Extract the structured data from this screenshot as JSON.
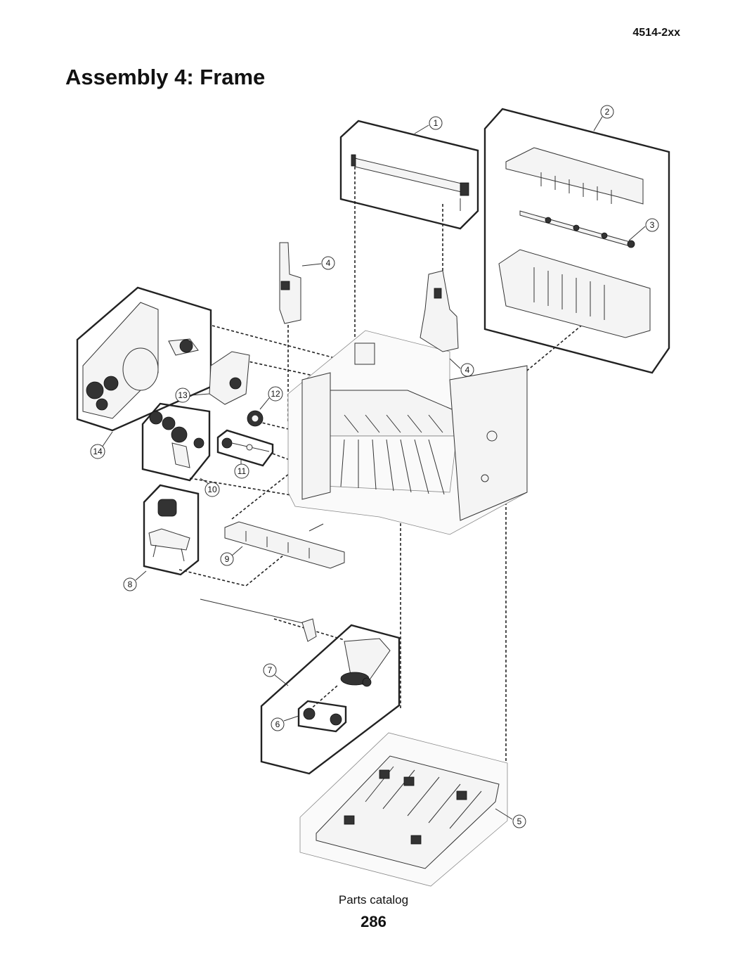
{
  "header": {
    "model": "4514-2xx",
    "title": "Assembly 4: Frame"
  },
  "callouts": [
    "1",
    "2",
    "3",
    "4",
    "4",
    "5",
    "6",
    "7",
    "8",
    "9",
    "10",
    "11",
    "12",
    "13",
    "14"
  ],
  "footer": {
    "label": "Parts catalog",
    "page": "286"
  }
}
